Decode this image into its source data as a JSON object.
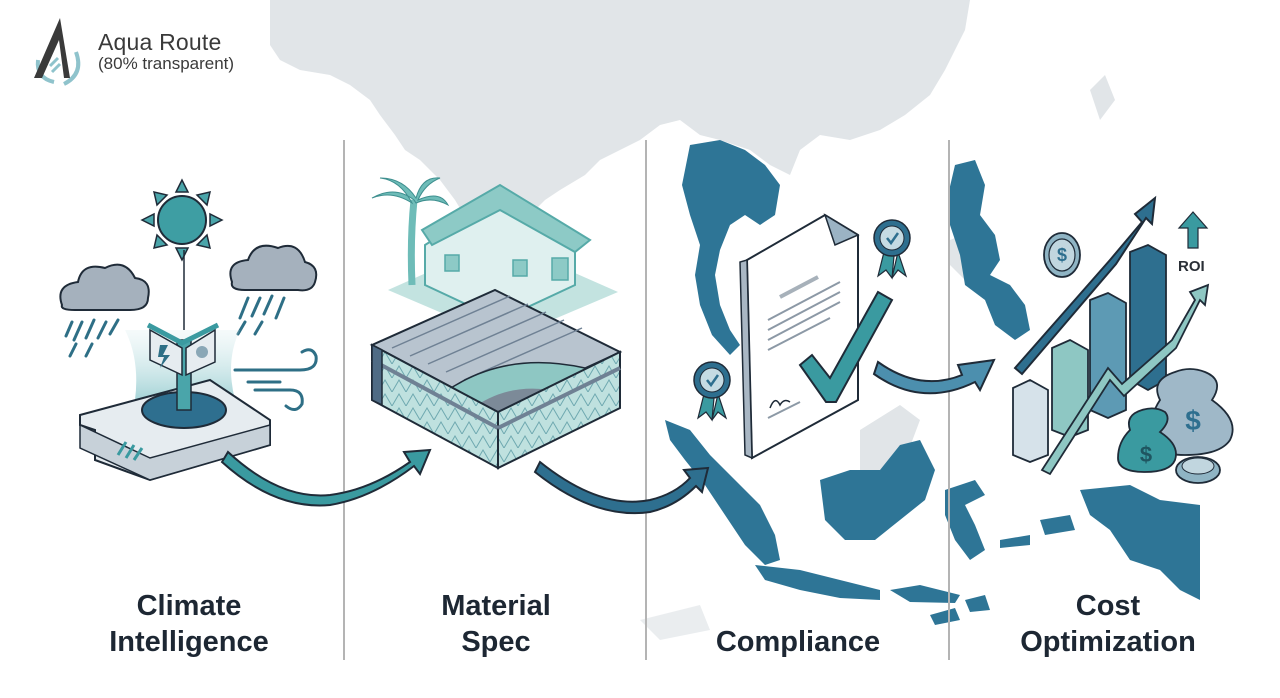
{
  "logo": {
    "title": "Aqua Route",
    "subtitle": "(80% transparent)"
  },
  "stages": [
    {
      "label_line1": "Climate",
      "label_line2": "Intelligence",
      "icon": "weather-station-icon"
    },
    {
      "label_line1": "Material",
      "label_line2": "Spec",
      "icon": "roof-panel-icon"
    },
    {
      "label_line1": "Compliance",
      "label_line2": "",
      "icon": "certified-document-icon"
    },
    {
      "label_line1": "Cost",
      "label_line2": "Optimization",
      "icon": "growth-chart-icon"
    }
  ],
  "annotations": {
    "roi": "ROI"
  },
  "colors": {
    "teal": "#3a9aa0",
    "dark_blue": "#2e7596",
    "map_gray": "#e1e5e8",
    "outline": "#1f2b38",
    "divider": "#b4b4b4"
  }
}
